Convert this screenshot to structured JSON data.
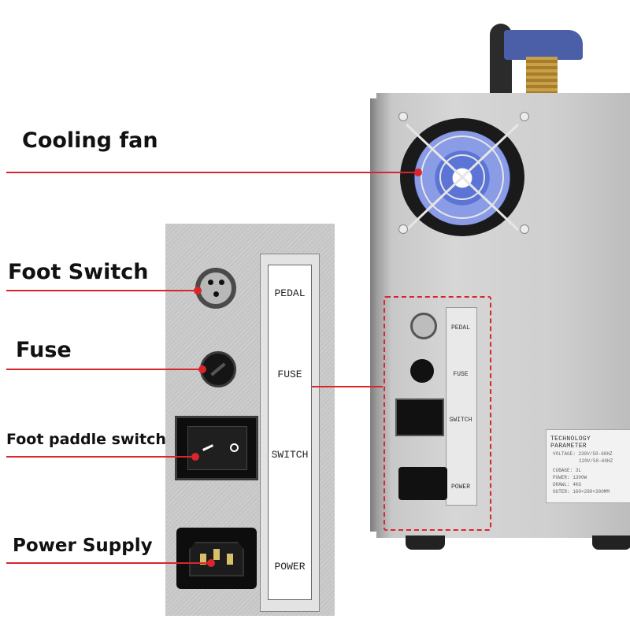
{
  "callouts": {
    "cooling_fan": "Cooling fan",
    "foot_switch": "Foot Switch",
    "fuse": "Fuse",
    "foot_paddle_switch": "Foot paddle switch",
    "power_supply": "Power Supply"
  },
  "panel_labels": {
    "pedal": "PEDAL",
    "fuse": "FUSE",
    "switch": "SWITCH",
    "power": "POWER"
  },
  "tech_parameter": {
    "title": "TECHNOLOGY PARAMETER",
    "lines": [
      "VOLTAGE: 230V/50-60HZ",
      "120V/50-60HZ",
      "CUBAGE: 3L",
      "POWER: 1300W",
      "DRAWL: 4KG",
      "OUTER: 160×280×300MM"
    ]
  },
  "colors": {
    "callout_line": "#d8262c",
    "fan_blue": "#5b74d6",
    "cap_blue": "#4a5fa8"
  }
}
